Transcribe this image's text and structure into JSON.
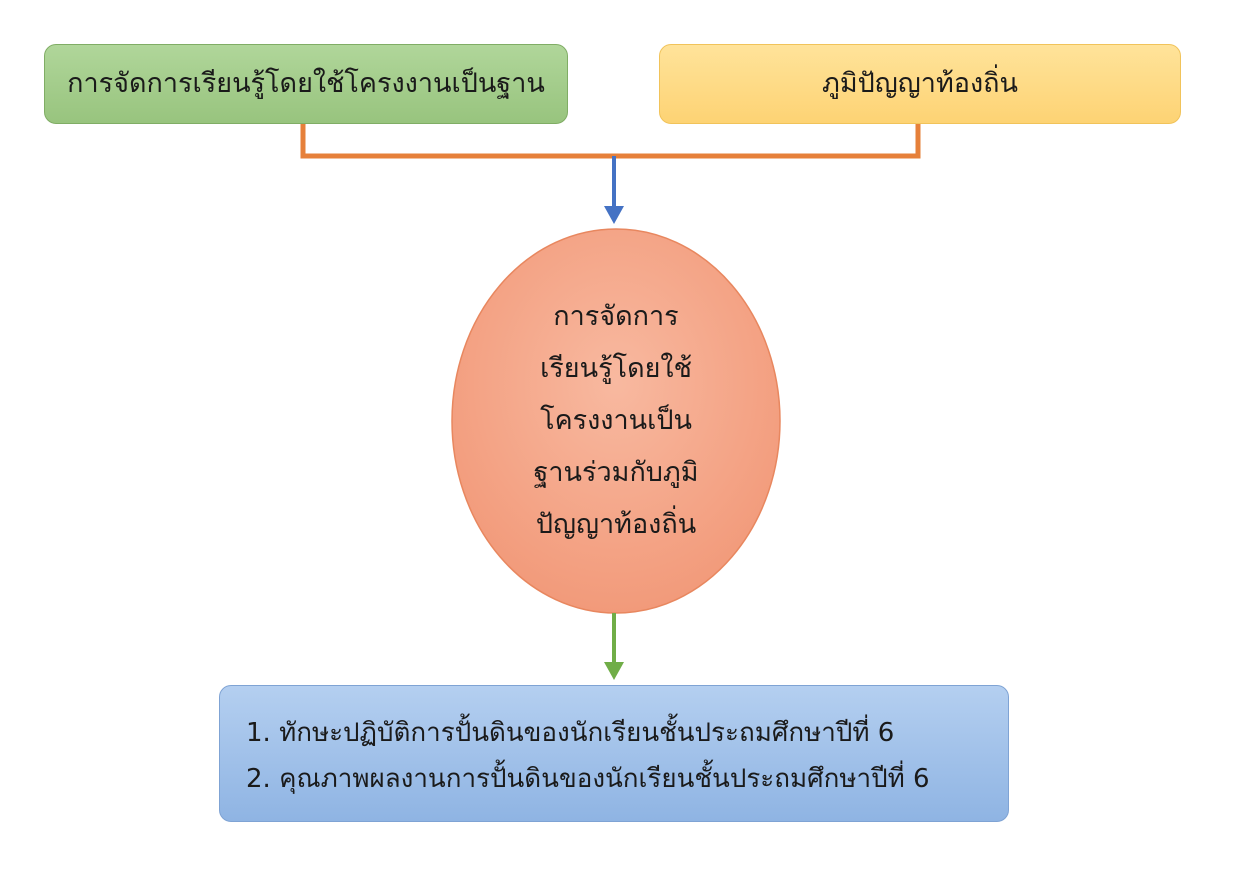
{
  "diagram": {
    "left_box": {
      "label": "การจัดการเรียนรู้โดยใช้โครงงานเป็นฐาน"
    },
    "right_box": {
      "label": "ภูมิปัญญาท้องถิ่น"
    },
    "center_ellipse": {
      "lines": [
        "การจัดการ",
        "เรียนรู้โดยใช้",
        "โครงงานเป็น",
        "ฐานร่วมกับภูมิ",
        "ปัญญาท้องถิ่น"
      ]
    },
    "bottom_box": {
      "items": [
        "1. ทักษะปฏิบัติการปั้นดินของนักเรียนชั้นประถมศึกษาปีที่ 6",
        "2. คุณภาพผลงานการปั้นดินของนักเรียนชั้นประถมศึกษาปีที่ 6"
      ]
    },
    "colors": {
      "left_box": "#a6ce8f",
      "right_box": "#fedc85",
      "ellipse": "#f6a98a",
      "bottom_box": "#a2c2ea",
      "merge_line": "#e6803a",
      "arrow_top": "#4472c4",
      "arrow_bottom": "#70ad47"
    }
  }
}
